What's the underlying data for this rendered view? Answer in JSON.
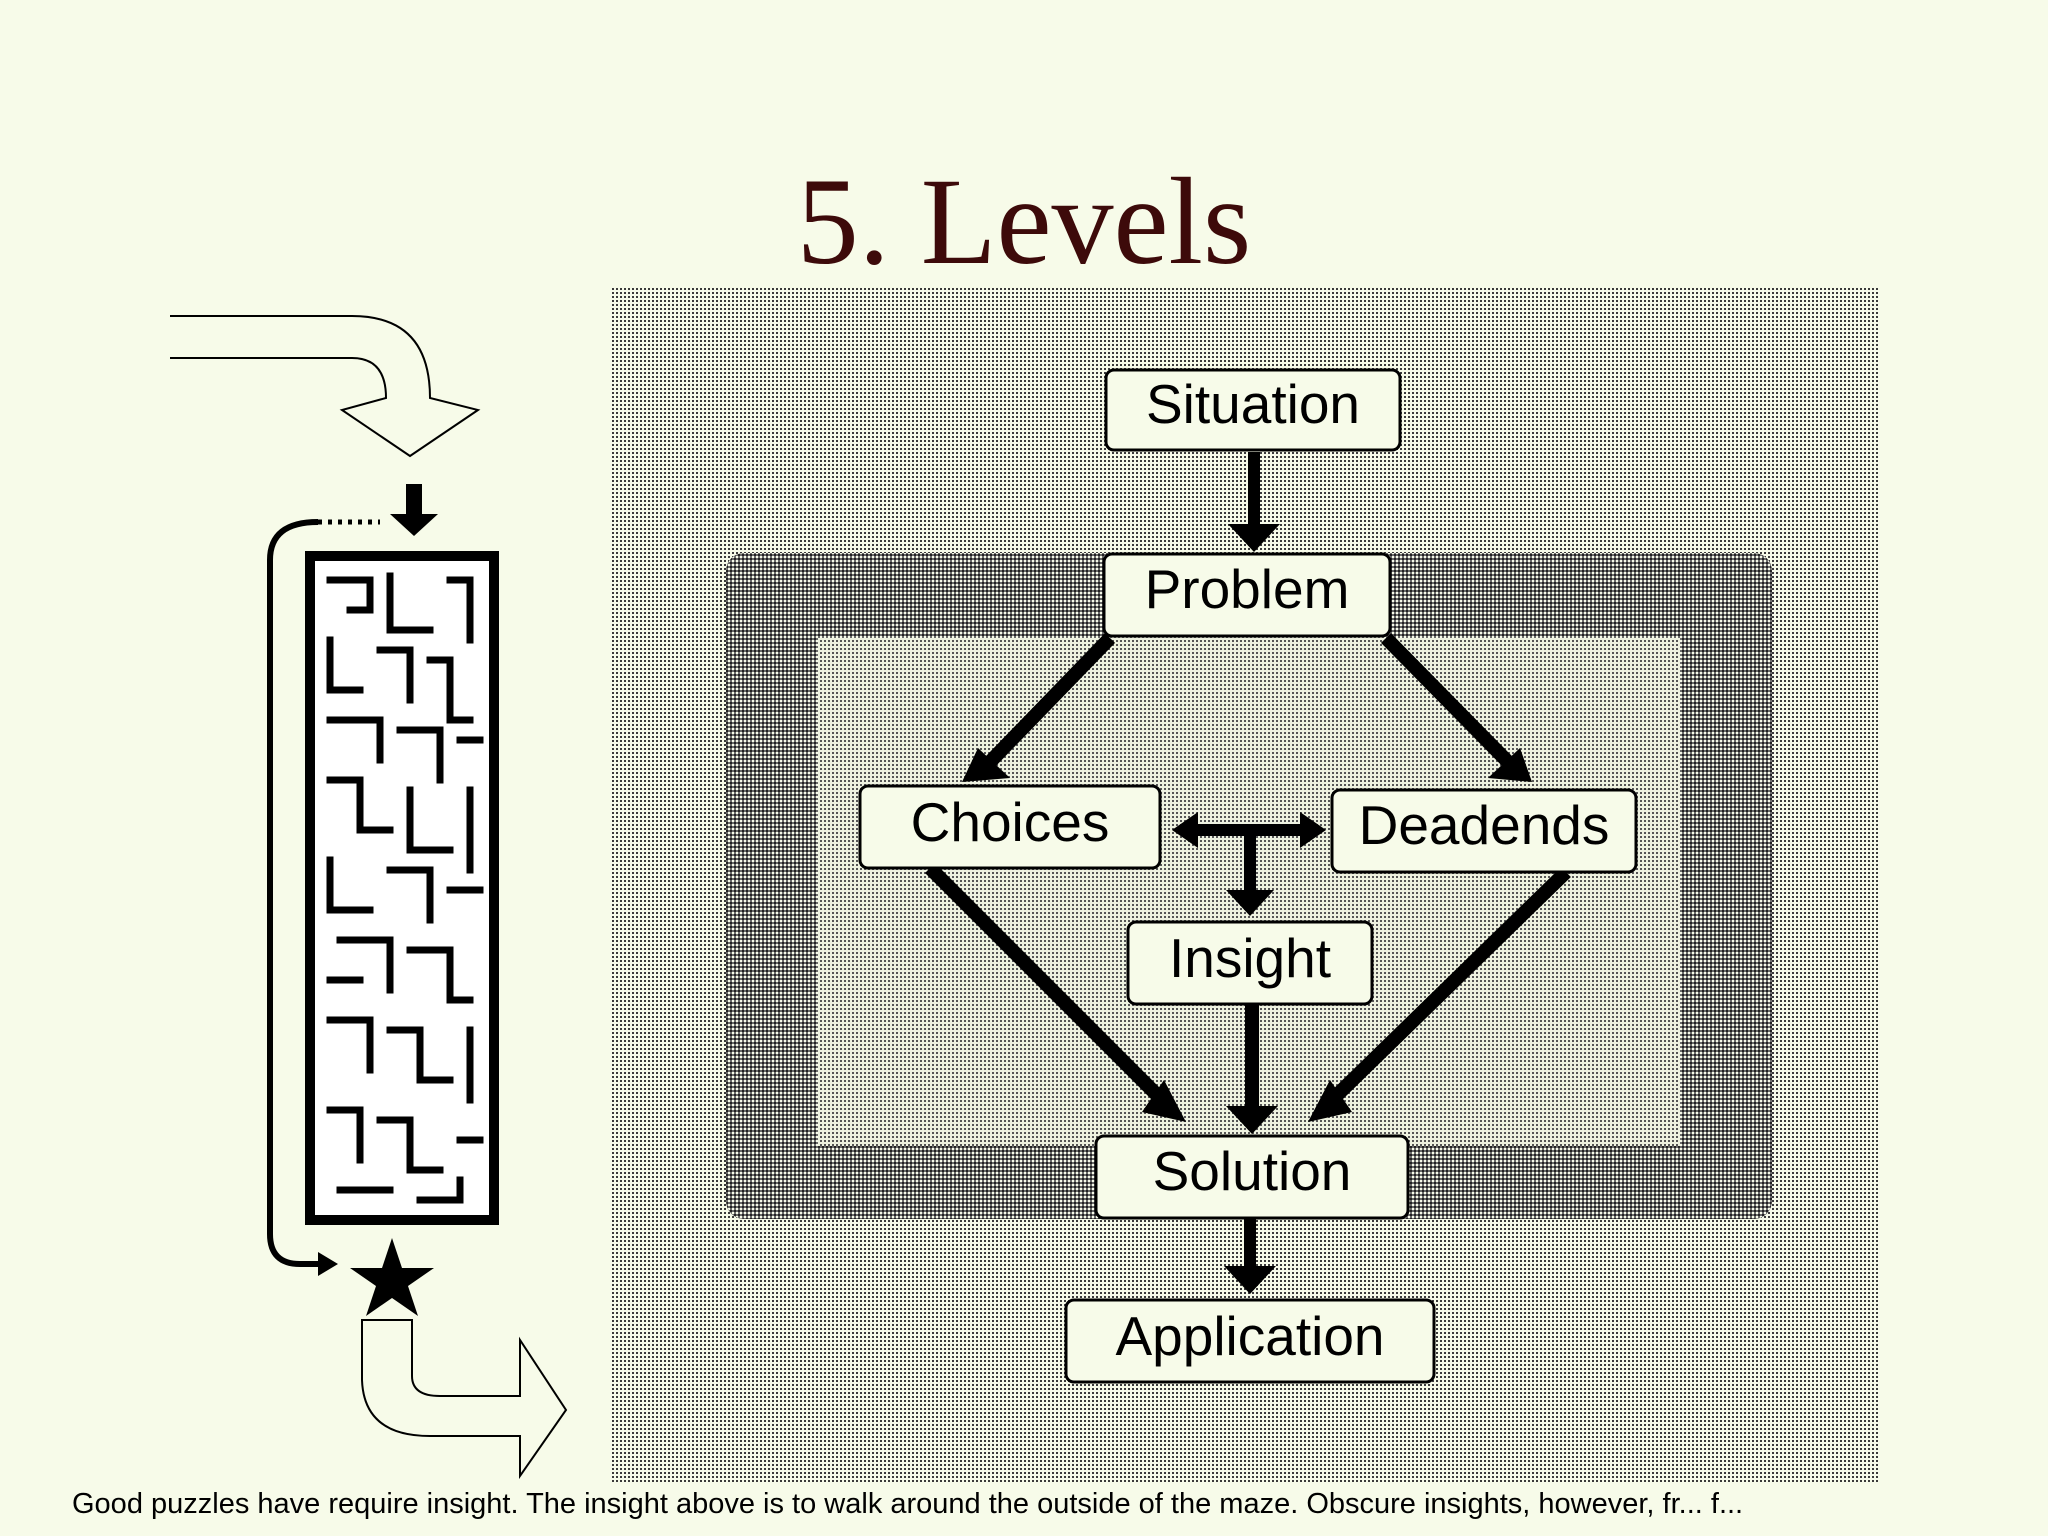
{
  "title": "5. Levels",
  "nodes": {
    "situation": "Situation",
    "problem": "Problem",
    "choices": "Choices",
    "deadends": "Deadends",
    "insight": "Insight",
    "solution": "Solution",
    "application": "Application"
  },
  "caption": "Good puzzles have require insight. The insight above is to walk around the outside of the maze. Obscure insights, however, fr... f..."
}
